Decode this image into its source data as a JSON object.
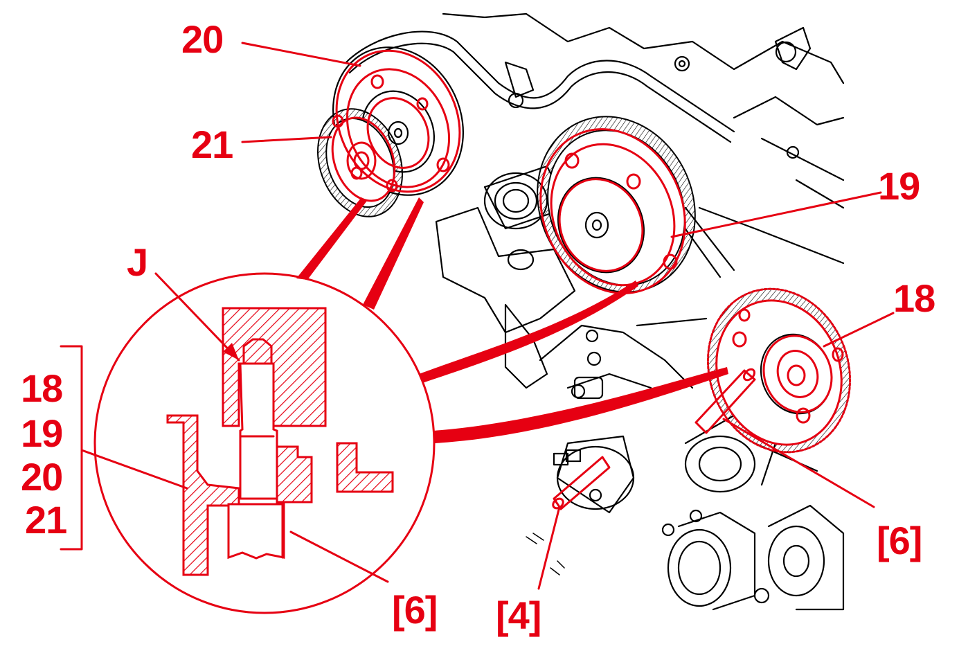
{
  "labels": {
    "sprocket_20": "20",
    "sprocket_21": "21",
    "sprocket_19": "19",
    "sprocket_18": "18",
    "detail_j": "J",
    "tool_6_right": "[6]",
    "tool_6_detail": "[6]",
    "tool_4": "[4]",
    "list": [
      "18",
      "19",
      "20",
      "21"
    ]
  },
  "colors": {
    "annotation": "#e60012",
    "linework": "#000000",
    "background": "#ffffff"
  }
}
